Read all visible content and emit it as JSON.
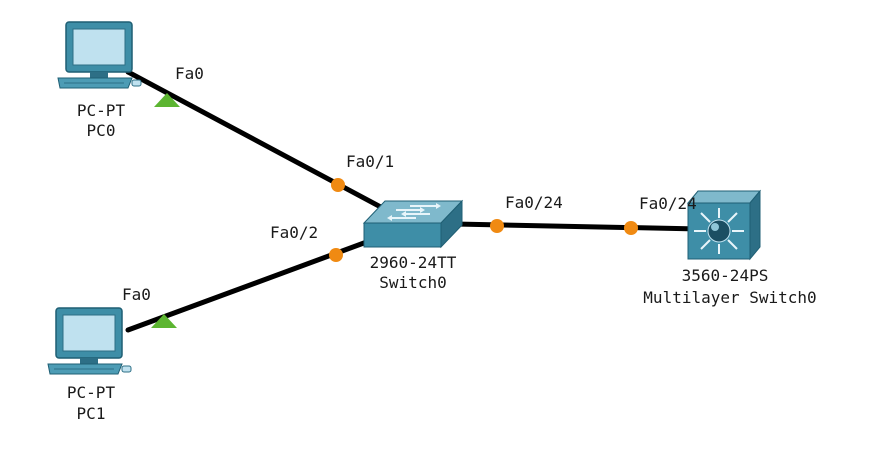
{
  "devices": {
    "pc0": {
      "model": "PC-PT",
      "name": "PC0"
    },
    "pc1": {
      "model": "PC-PT",
      "name": "PC1"
    },
    "switch0": {
      "model": "2960-24TT",
      "name": "Switch0"
    },
    "mlswitch0": {
      "model": "3560-24PS",
      "name": "Multilayer Switch0"
    }
  },
  "links": {
    "pc0_switch0": {
      "from_port": "Fa0",
      "to_port": "Fa0/1"
    },
    "pc1_switch0": {
      "from_port": "Fa0",
      "to_port": "Fa0/2"
    },
    "switch0_mlswitch0": {
      "from_port": "Fa0/24",
      "to_port": "Fa0/24"
    }
  },
  "colors": {
    "link": "#000000",
    "port_up": "#5cb531",
    "port_pending": "#f08a12",
    "device_teal": "#3e8ea7",
    "device_dark": "#1f5f74"
  }
}
